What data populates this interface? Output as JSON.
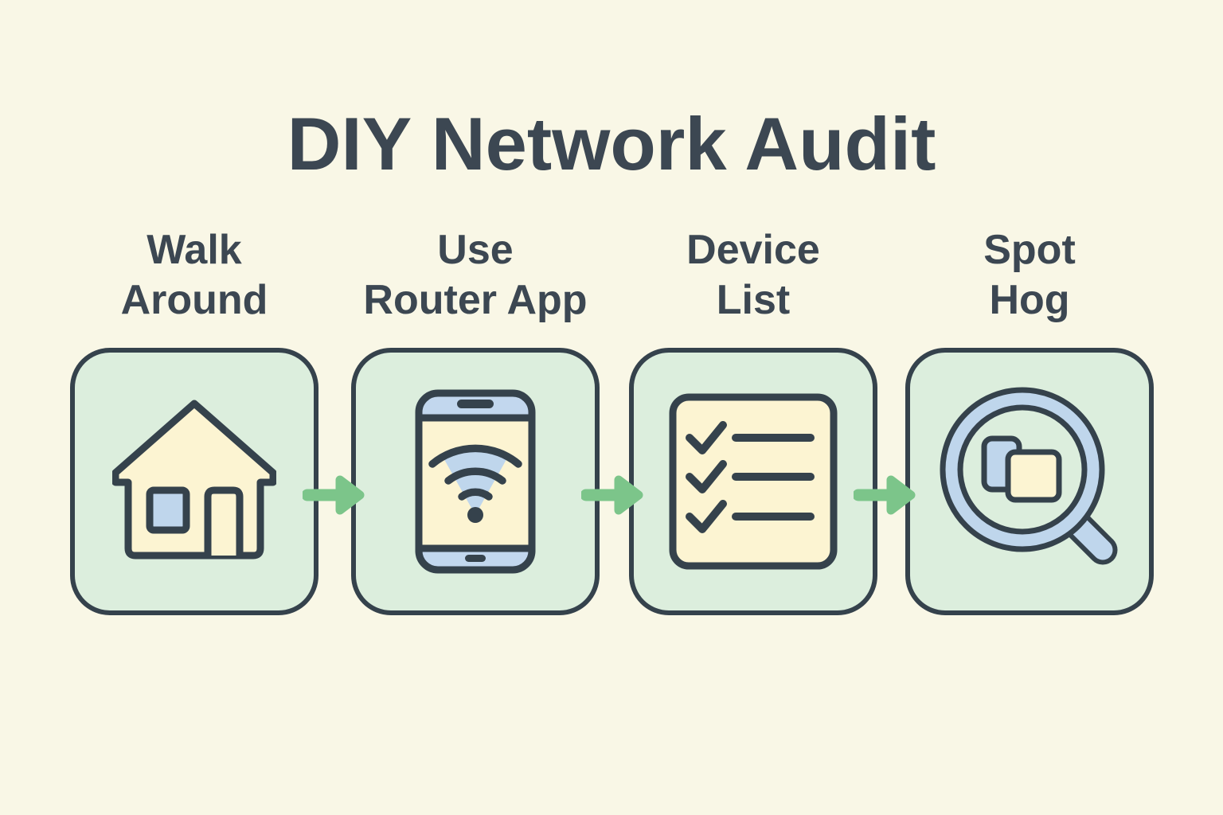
{
  "title": "DIY Network Audit",
  "steps": [
    {
      "line1": "Walk",
      "line2": "Around",
      "icon": "house-icon"
    },
    {
      "line1": "Use",
      "line2": "Router App",
      "icon": "phone-wifi-icon"
    },
    {
      "line1": "Device",
      "line2": "List",
      "icon": "checklist-icon"
    },
    {
      "line1": "Spot",
      "line2": "Hog",
      "icon": "magnifier-icon"
    }
  ],
  "arrows": {
    "count": 3,
    "direction": "right",
    "color": "#7CC58A"
  },
  "colors": {
    "background": "#F9F7E6",
    "card_fill": "#DCEEDD",
    "outline_dark": "#35424C",
    "text": "#3C4752",
    "icon_yellow": "#FCF4D2",
    "icon_blue": "#C0D6EC",
    "arrow_green": "#7CC58A"
  }
}
